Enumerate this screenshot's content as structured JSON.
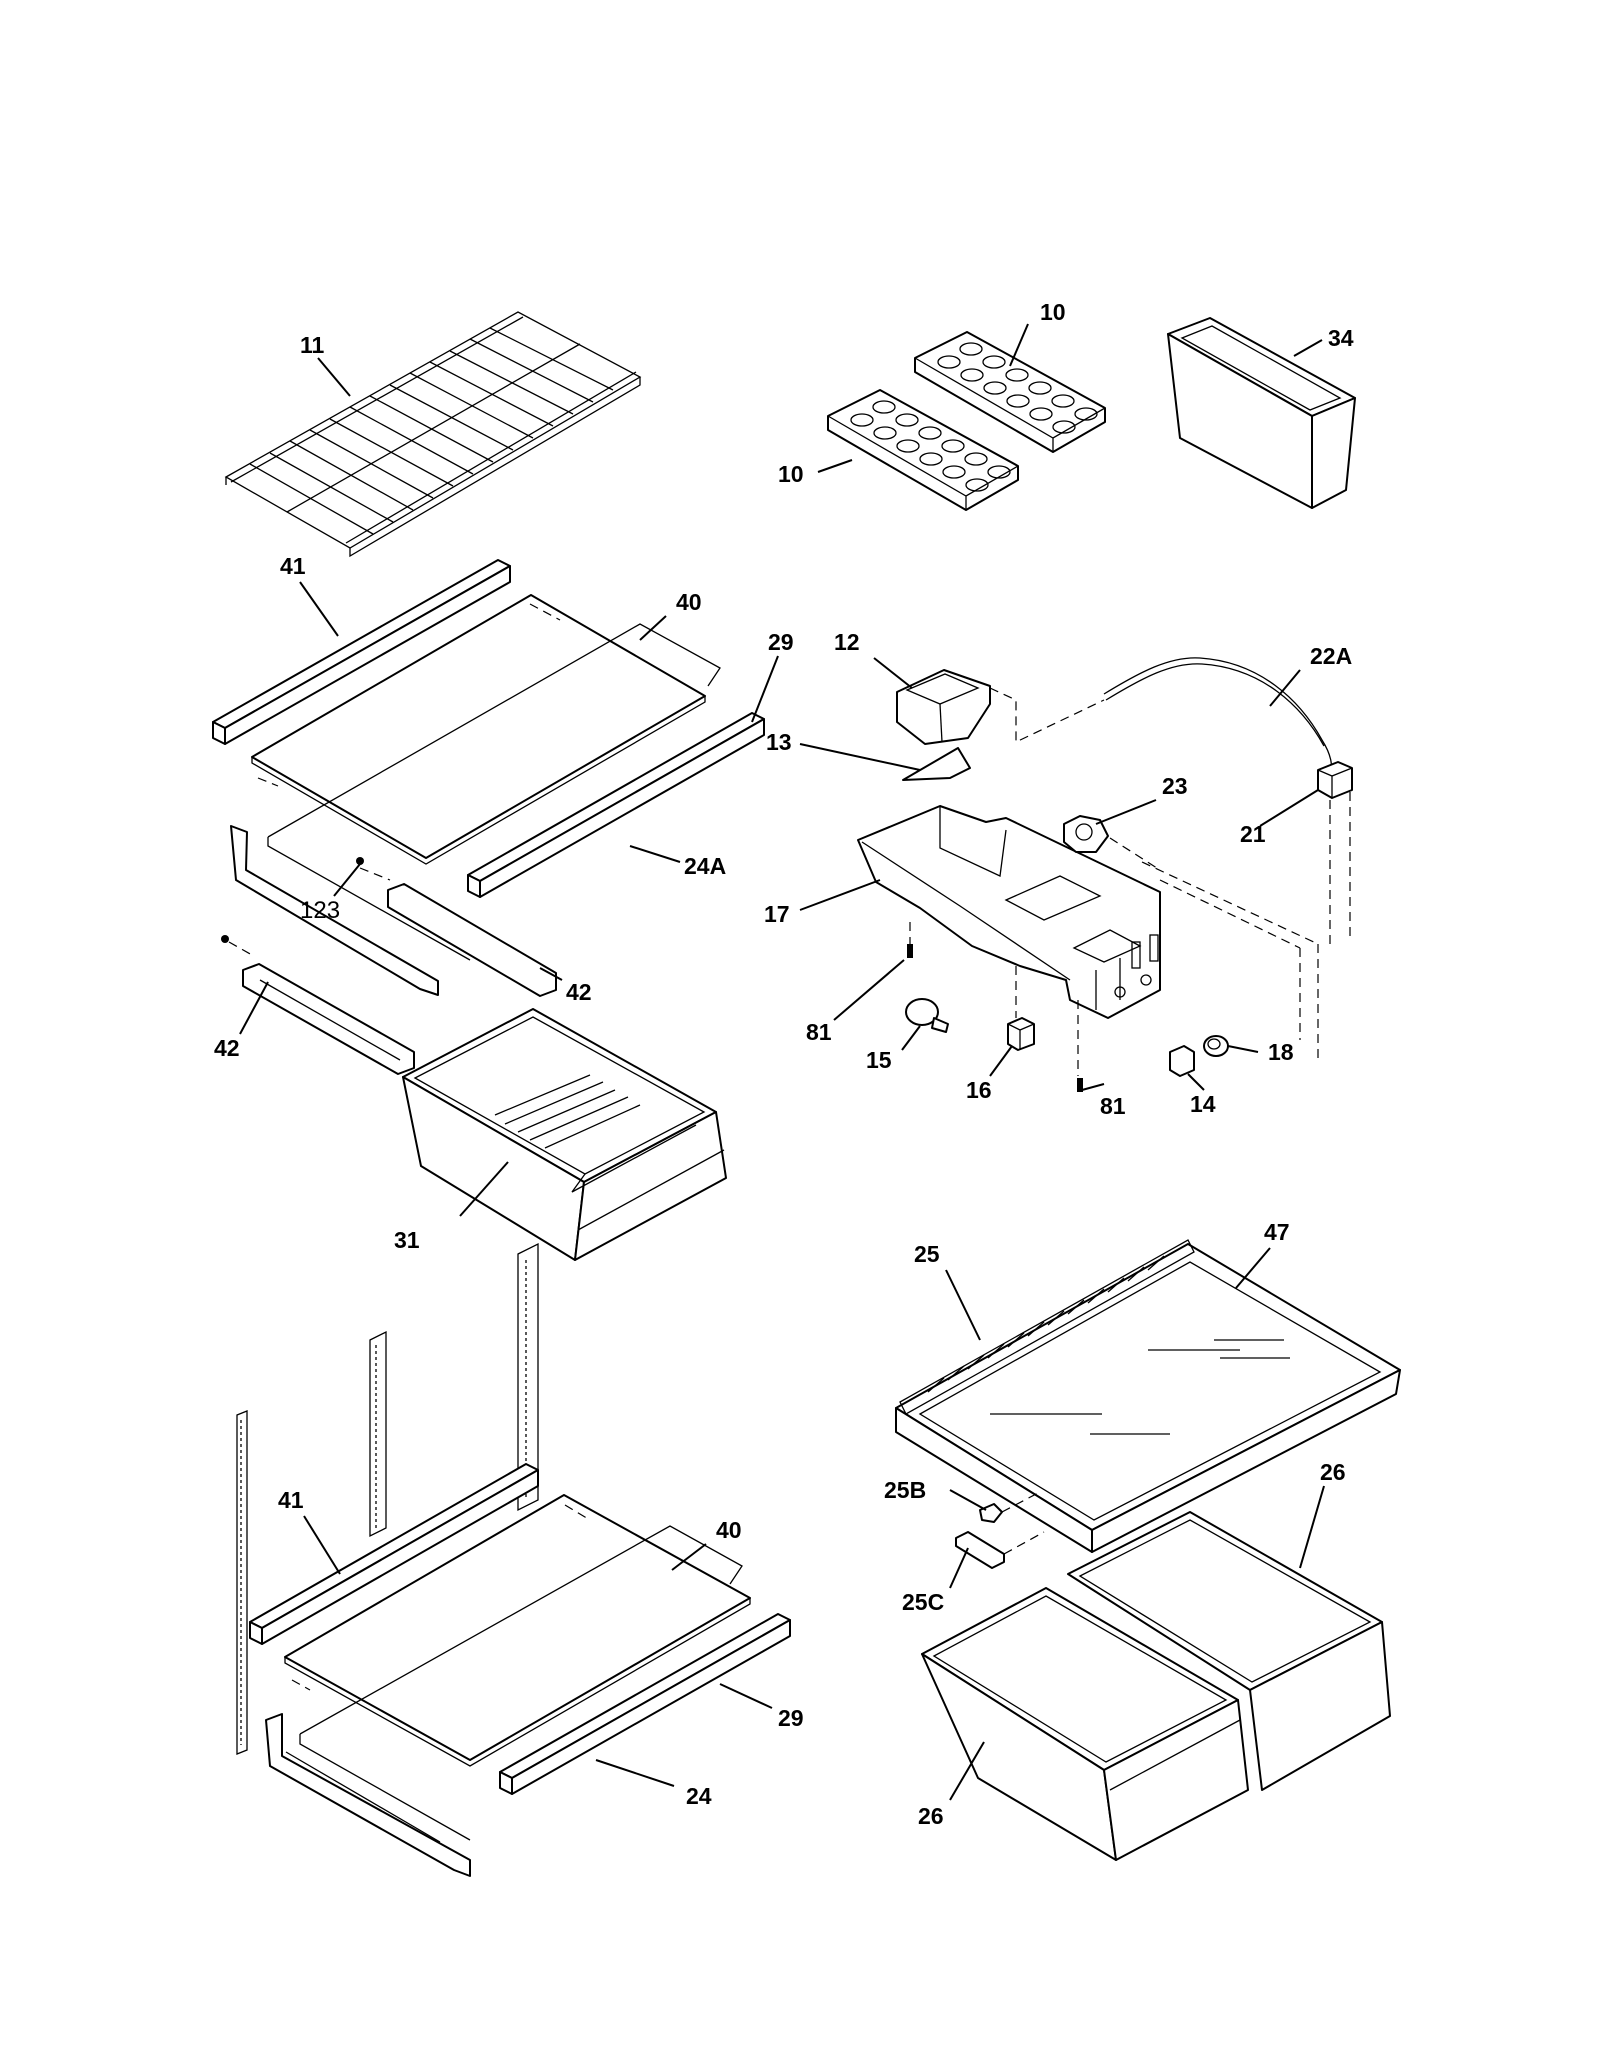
{
  "labels": {
    "p11": "11",
    "p10a": "10",
    "p10b": "10",
    "p34": "34",
    "p41a": "41",
    "p40a": "40",
    "p29a": "29",
    "p24A": "24A",
    "p123": "123",
    "p42a": "42",
    "p42b": "42",
    "p31": "31",
    "p12": "12",
    "p13": "13",
    "p22A": "22A",
    "p23": "23",
    "p21": "21",
    "p17": "17",
    "p81a": "81",
    "p15": "15",
    "p16": "16",
    "p81b": "81",
    "p18": "18",
    "p14": "14",
    "p25": "25",
    "p47": "47",
    "p25B": "25B",
    "p25C": "25C",
    "p26a": "26",
    "p26b": "26",
    "p41b": "41",
    "p40b": "40",
    "p29b": "29",
    "p24": "24"
  }
}
